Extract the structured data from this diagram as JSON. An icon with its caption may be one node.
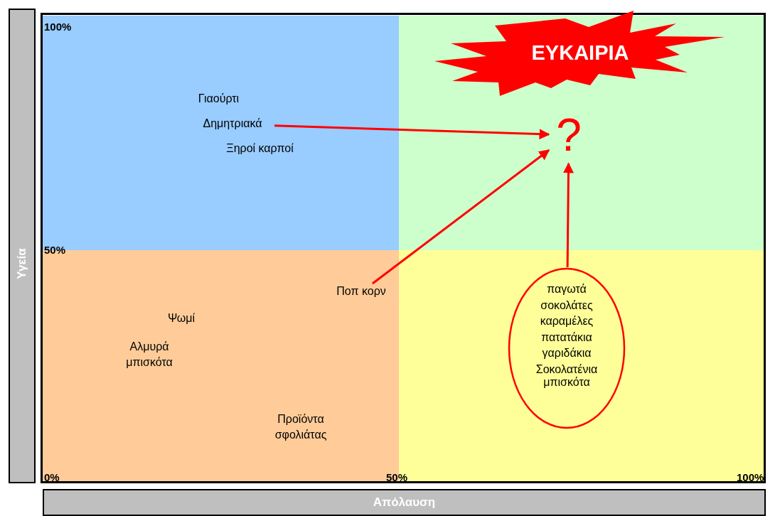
{
  "diagram": {
    "nodes": [
      {
        "text": [],
        "shape": "box"
      },
      {
        "text": [
          "Γιαούρτι"
        ],
        "in": 0
      },
      {
        "text": [
          "Δημητριακά"
        ],
        "in": 0
      },
      {
        "text": [
          "Ξηροί καρποί"
        ],
        "in": 0
      },
      {
        "text": [],
        "shape": "box"
      },
      {
        "text": [
          "ΕΥΚΑΙΡΙΑ"
        ],
        "in": 4
      },
      {
        "text": [
          "?"
        ],
        "in": 4
      },
      {
        "text": [],
        "shape": "box"
      },
      {
        "text": [
          "Ποπ κορν"
        ],
        "in": 7
      },
      {
        "text": [
          "Ψωμί"
        ],
        "in": 7
      },
      {
        "text": [
          "Αλμυρά μπισκότα"
        ],
        "in": 7
      },
      {
        "text": [
          "Προϊόντα σφολιάτας"
        ],
        "in": 7
      },
      {
        "text": [],
        "shape": "box"
      },
      {
        "text": [
          "παγωτά",
          "σοκολάτες",
          "καραμέλες",
          "πατατάκια",
          "γαριδάκια",
          "Σοκολατένια μπισκότα"
        ],
        "in": 12
      },
      {
        "text": [
          "Υγεία"
        ]
      },
      {
        "text": [
          "Απόλαυση"
        ]
      }
    ],
    "edges": [
      {
        "from": 2,
        "to": 6,
        "arrow": "to"
      },
      {
        "from": 8,
        "to": 6,
        "arrow": "to"
      },
      {
        "from": 13,
        "to": 6,
        "arrow": "to"
      }
    ],
    "labels": [
      "100%",
      "50%",
      "0%",
      "50%",
      "100%"
    ]
  }
}
